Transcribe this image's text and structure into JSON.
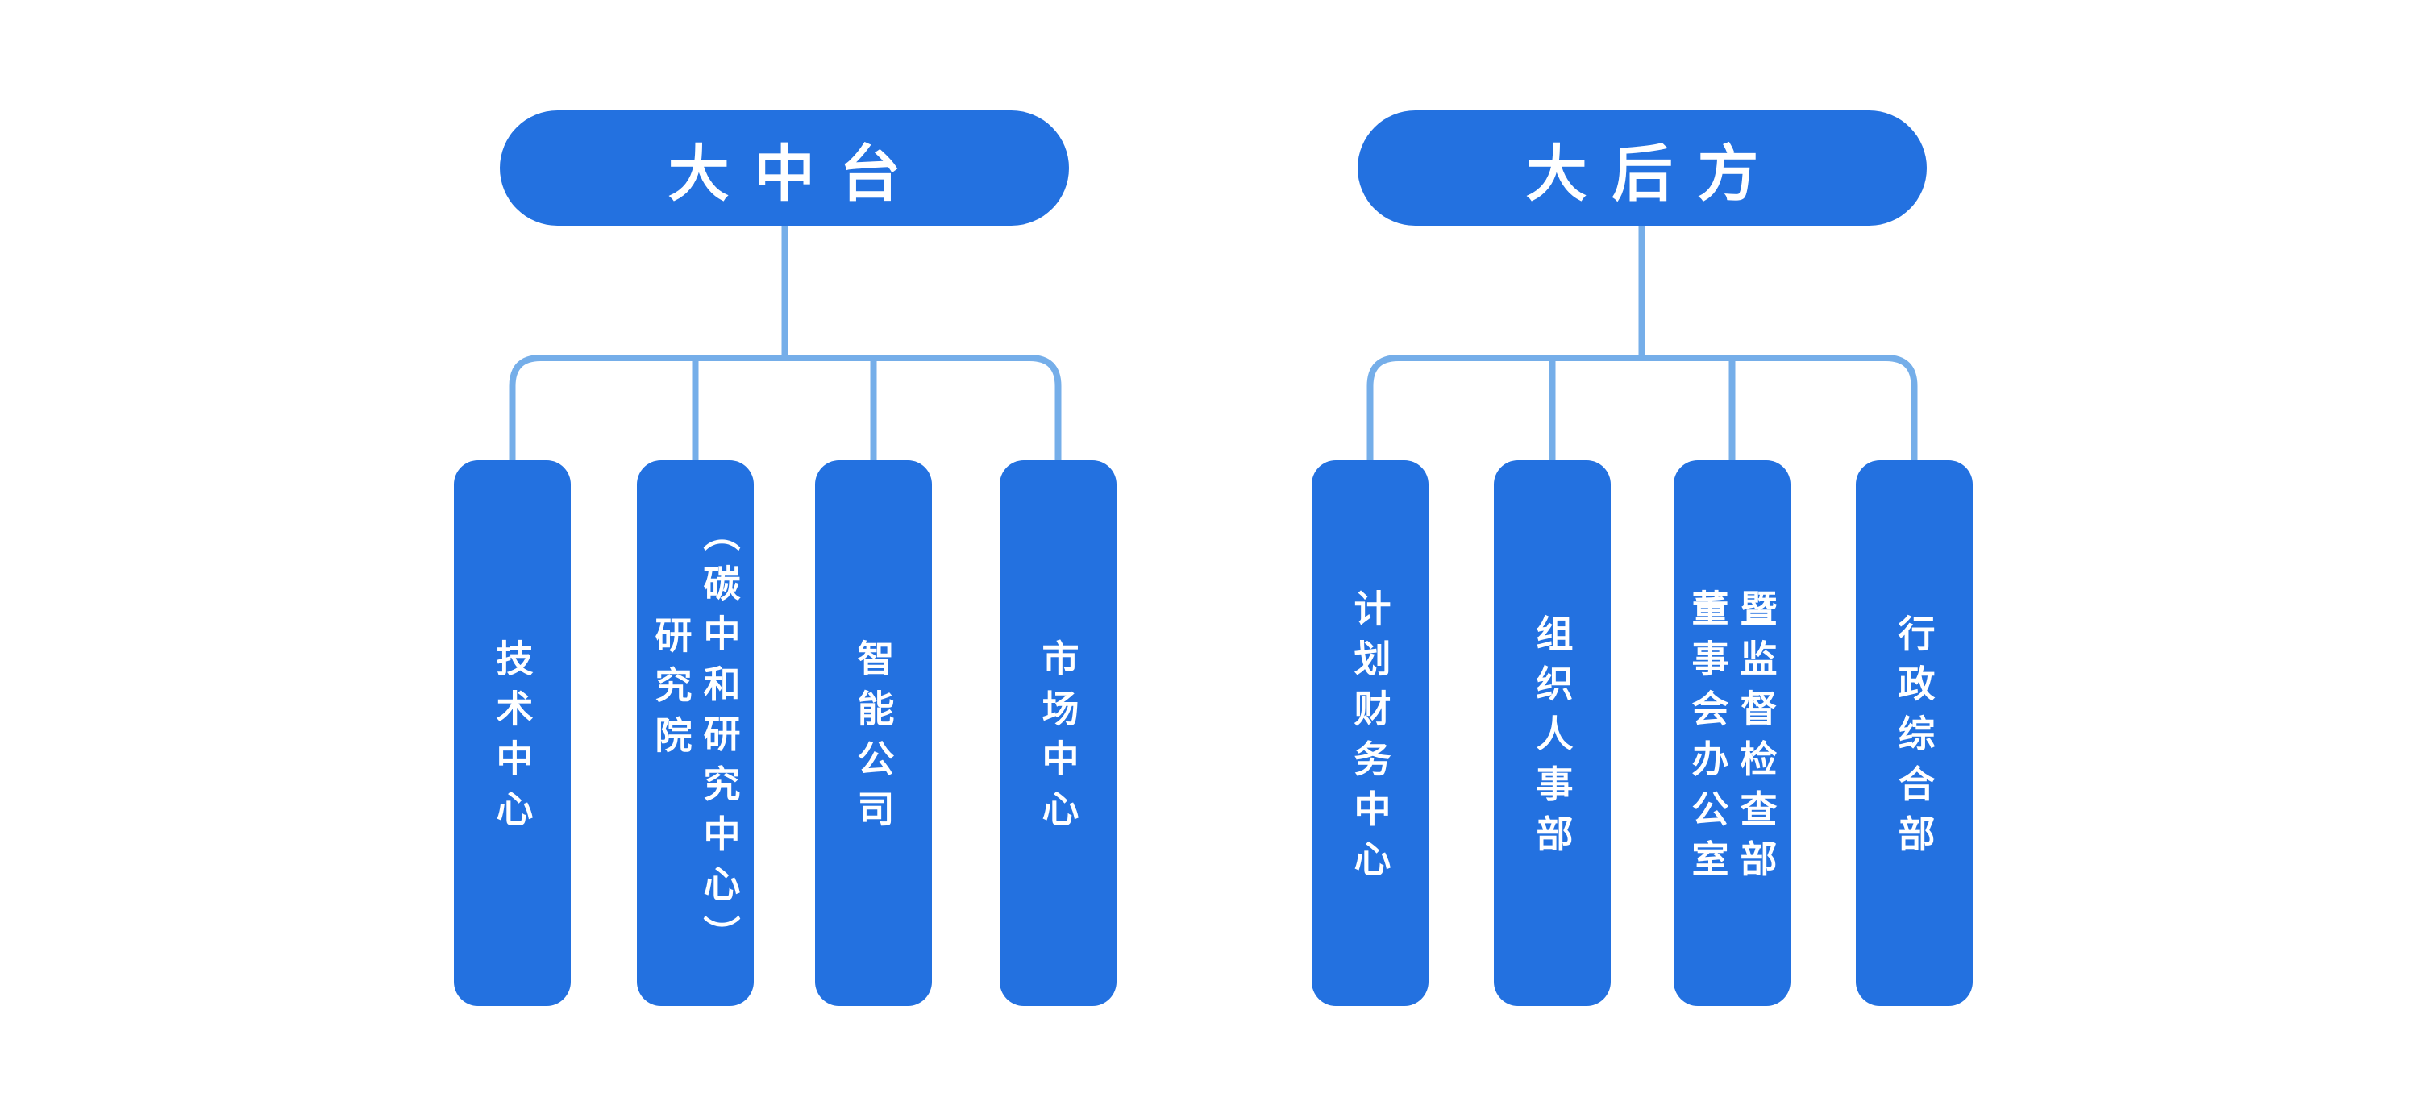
{
  "diagram": {
    "type": "org-chart",
    "colors": {
      "node_blue": "#2371e0",
      "connector_blue": "#75aee9",
      "label_white": "#ffffff"
    },
    "groups": [
      {
        "title": "大中台",
        "children": [
          {
            "lines": [
              "技术中心"
            ]
          },
          {
            "lines": [
              "研究院",
              "（碳中和研究中心）"
            ]
          },
          {
            "lines": [
              "智能公司"
            ]
          },
          {
            "lines": [
              "市场中心"
            ]
          }
        ]
      },
      {
        "title": "大后方",
        "children": [
          {
            "lines": [
              "计划财务中心"
            ]
          },
          {
            "lines": [
              "组织人事部"
            ]
          },
          {
            "lines": [
              "董事会办公室",
              "暨监督检查部"
            ]
          },
          {
            "lines": [
              "行政综合部"
            ]
          }
        ]
      }
    ]
  }
}
